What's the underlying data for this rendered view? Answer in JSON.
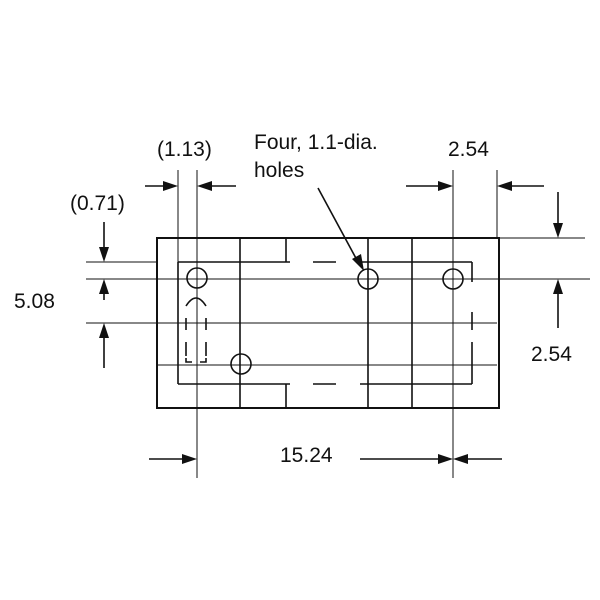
{
  "drawing": {
    "type": "PCB footprint / hole layout drawing",
    "callout": {
      "line1": "Four, 1.1-dia.",
      "line2": "holes"
    },
    "dimensions": {
      "top_left_offset": "(1.13)",
      "left_offset": "(0.71)",
      "left_height": "5.08",
      "top_right_pitch": "2.54",
      "right_pitch": "2.54",
      "bottom_span": "15.24"
    },
    "colors": {
      "line": "#111111",
      "background": "#ffffff"
    }
  }
}
